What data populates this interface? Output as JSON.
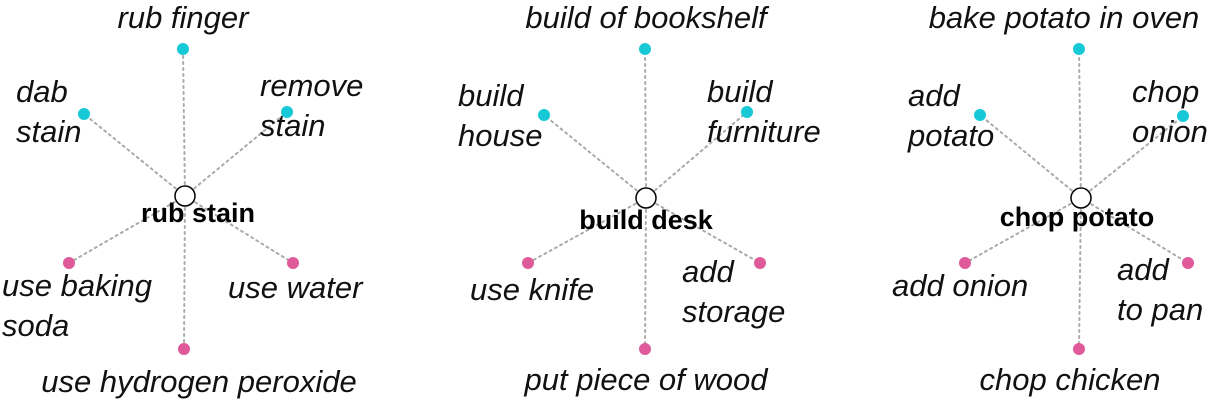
{
  "colors": {
    "top": "#17c9d6",
    "bottom": "#e05a9b",
    "spoke": "#aaaaaa"
  },
  "diagrams": [
    {
      "center": "rub stain",
      "top": "rub finger",
      "upper_left": [
        "dab",
        "stain"
      ],
      "upper_right": [
        "remove",
        "stain"
      ],
      "lower_left": [
        "use baking",
        "soda"
      ],
      "lower_right": [
        "use water"
      ],
      "bottom": "use hydrogen peroxide"
    },
    {
      "center": "build desk",
      "top": "build of bookshelf",
      "upper_left": [
        "build",
        "house"
      ],
      "upper_right": [
        "build",
        "furniture"
      ],
      "lower_left": [
        "use knife"
      ],
      "lower_right": [
        "add",
        "storage"
      ],
      "bottom": "put piece of wood"
    },
    {
      "center": "chop potato",
      "top": "bake potato in oven",
      "upper_left": [
        "add",
        "potato"
      ],
      "upper_right": [
        "chop",
        "onion"
      ],
      "lower_left": [
        "add onion"
      ],
      "lower_right": [
        "add",
        "to pan"
      ],
      "bottom": "chop chicken"
    }
  ]
}
